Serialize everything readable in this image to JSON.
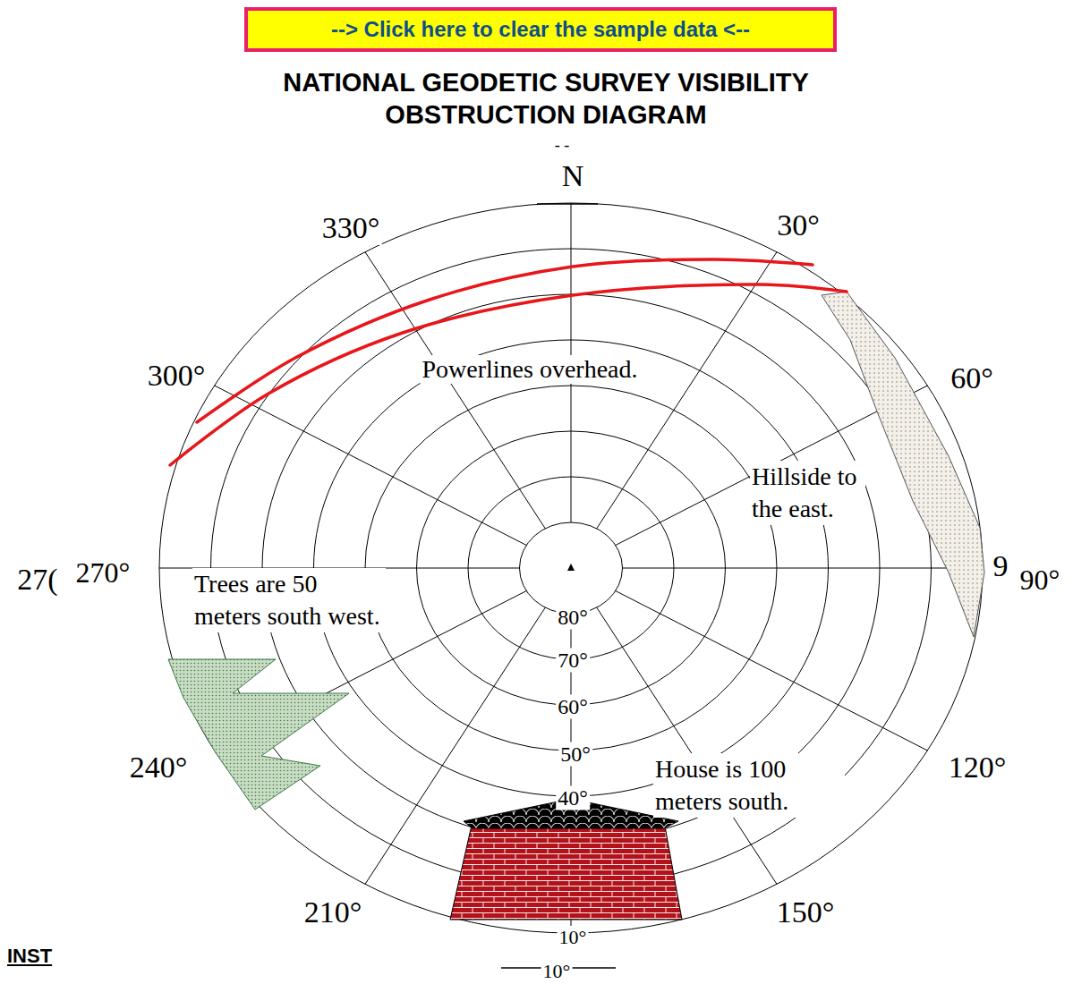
{
  "diagram": {
    "title": "NATIONAL GEODETIC SURVEY VISIBILITY OBSTRUCTION DIAGRAM",
    "nodes": [
      {
        "text": [
          "--> Click here to clear the sample data <--"
        ]
      }
    ],
    "labels": [
      "- -",
      "N",
      "330°",
      "30°",
      "300°",
      "Powerlines overhead.",
      "60°",
      "Hillside to the east.",
      "27(",
      "270°",
      "Trees are 50 meters south west.",
      "80°",
      "9",
      "90°",
      "70°",
      "60°",
      "50°",
      "240°",
      "120°",
      "House is 100 meters south.",
      "40°",
      "210°",
      "150°",
      "10°",
      "10°",
      "INST"
    ]
  }
}
